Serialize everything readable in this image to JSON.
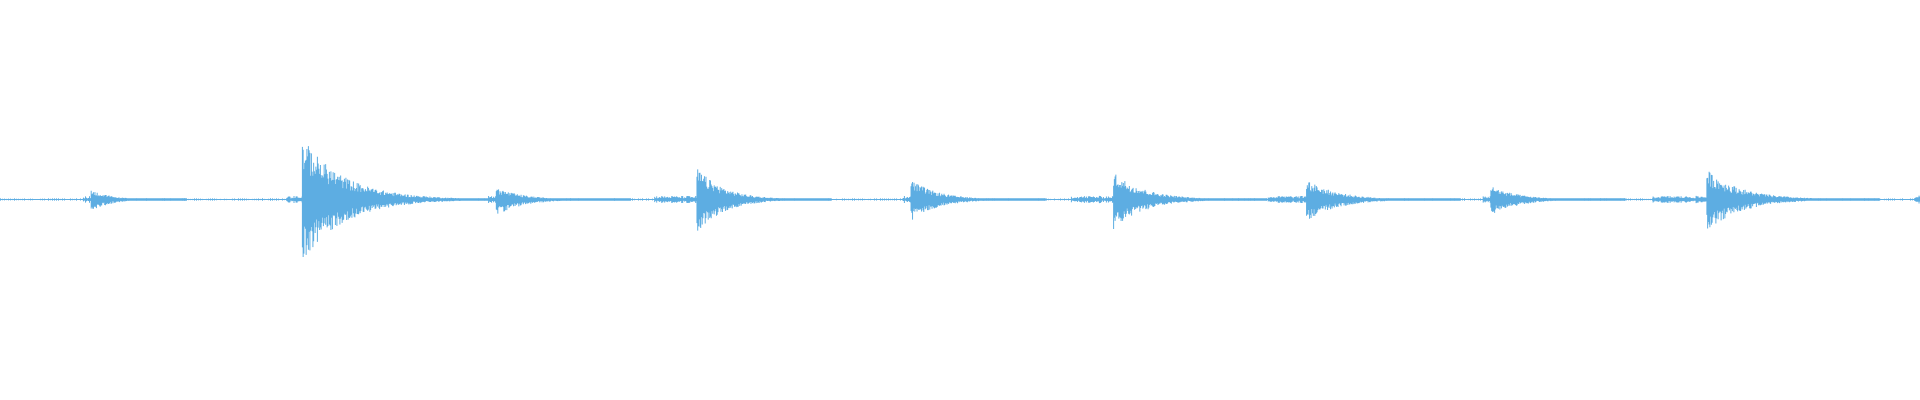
{
  "waveform": {
    "color": "#5DADE2",
    "background": "#FFFFFF",
    "baseline_amplitude": 0.006,
    "transients": [
      {
        "time_fraction": 0.0475,
        "peak_up": 0.05,
        "peak_down": 0.06,
        "decay": 0.01,
        "pre_noise": 0.004
      },
      {
        "time_fraction": 0.1575,
        "peak_up": 0.31,
        "peak_down": 0.31,
        "decay": 0.022,
        "pre_noise": 0.008
      },
      {
        "time_fraction": 0.2585,
        "peak_up": 0.06,
        "peak_down": 0.08,
        "decay": 0.014,
        "pre_noise": 0.004
      },
      {
        "time_fraction": 0.363,
        "peak_up": 0.16,
        "peak_down": 0.17,
        "decay": 0.014,
        "pre_noise": 0.022
      },
      {
        "time_fraction": 0.4745,
        "peak_up": 0.1,
        "peak_down": 0.11,
        "decay": 0.014,
        "pre_noise": 0.004
      },
      {
        "time_fraction": 0.58,
        "peak_up": 0.14,
        "peak_down": 0.15,
        "decay": 0.016,
        "pre_noise": 0.022
      },
      {
        "time_fraction": 0.6805,
        "peak_up": 0.1,
        "peak_down": 0.11,
        "decay": 0.016,
        "pre_noise": 0.02
      },
      {
        "time_fraction": 0.7765,
        "peak_up": 0.07,
        "peak_down": 0.08,
        "decay": 0.014,
        "pre_noise": 0.004
      },
      {
        "time_fraction": 0.889,
        "peak_up": 0.15,
        "peak_down": 0.16,
        "decay": 0.018,
        "pre_noise": 0.028
      },
      {
        "time_fraction": 0.9995,
        "peak_up": 0.02,
        "peak_down": 0.02,
        "decay": 0.002,
        "pre_noise": 0.002
      }
    ]
  }
}
